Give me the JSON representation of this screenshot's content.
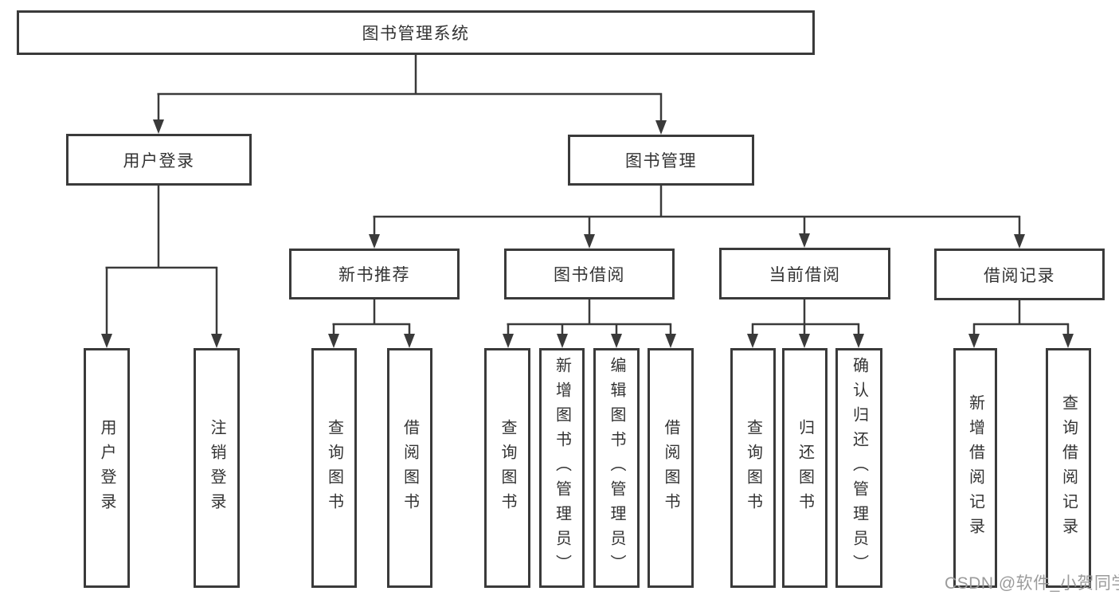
{
  "diagram": {
    "root": {
      "label": "图书管理系统"
    },
    "level2": {
      "user_login": {
        "label": "用户登录",
        "children": [
          {
            "label": "用户登录"
          },
          {
            "label": "注销登录"
          }
        ]
      },
      "book_mgmt": {
        "label": "图书管理"
      }
    },
    "level3": {
      "new_book_rec": {
        "label": "新书推荐",
        "children": [
          {
            "label": "查询图书"
          },
          {
            "label": "借阅图书"
          }
        ]
      },
      "book_borrow": {
        "label": "图书借阅",
        "children": [
          {
            "label": "查询图书"
          },
          {
            "label": "新增图书（管理员）"
          },
          {
            "label": "编辑图书（管理员）"
          },
          {
            "label": "借阅图书"
          }
        ]
      },
      "current_borrow": {
        "label": "当前借阅",
        "children": [
          {
            "label": "查询图书"
          },
          {
            "label": "归还图书"
          },
          {
            "label": "确认归还（管理员）"
          }
        ]
      },
      "borrow_records": {
        "label": "借阅记录",
        "children": [
          {
            "label": "新增借阅记录"
          },
          {
            "label": "查询借阅记录"
          }
        ]
      }
    }
  },
  "watermark": {
    "text": "CSDN @软件_小贺同学"
  },
  "colors": {
    "line": "#3a3a3a",
    "text": "#333333",
    "box_background": "#ffffff",
    "watermark": "#9b9b9b"
  }
}
